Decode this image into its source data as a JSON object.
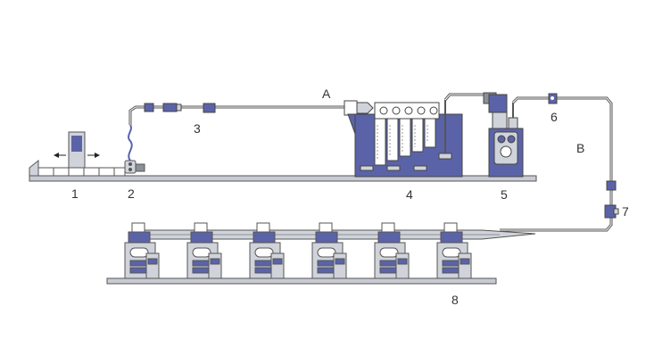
{
  "labels": {
    "l1": "1",
    "l2": "2",
    "l3": "3",
    "l4": "4",
    "l5": "5",
    "l6": "6",
    "l7": "7",
    "l8": "8",
    "lA": "A",
    "lB": "B"
  },
  "colors": {
    "line": "#555555",
    "machine_fill": "#d0d4da",
    "machine_dark": "#8a8f98",
    "accent_blue": "#5b63a8",
    "base": "#c8ccd2",
    "white": "#ffffff"
  },
  "stations_count": 6
}
